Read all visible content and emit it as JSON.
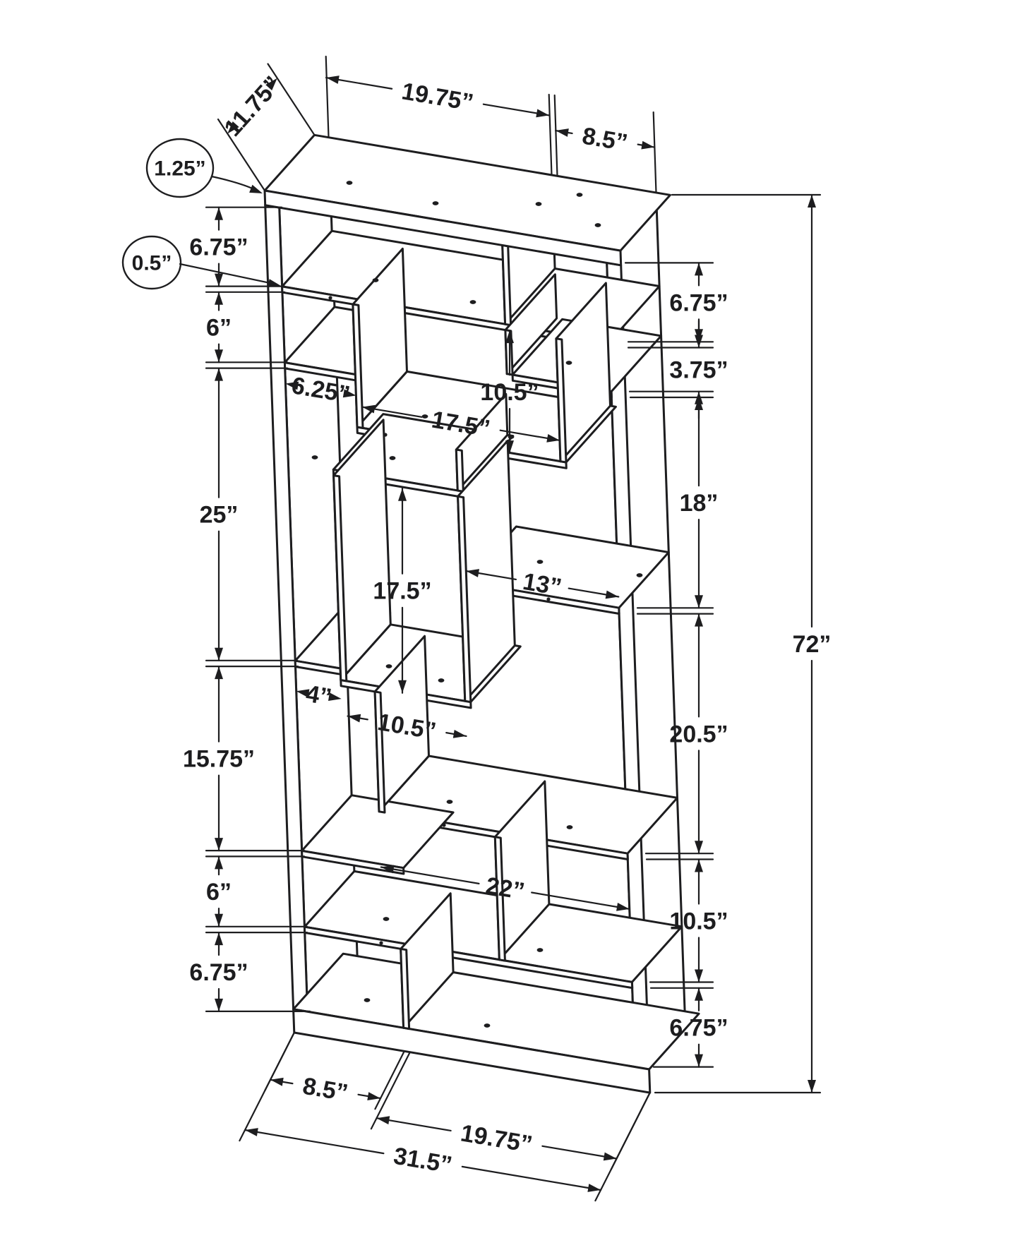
{
  "diagram": {
    "type": "furniture-dimension-line-drawing",
    "subject": "72 inch tall open display bookcase shown in isometric view with dimension annotations",
    "units": "inches",
    "labels": {
      "depth_top": "11.75”",
      "top_width_left": "19.75”",
      "top_width_right": "8.5”",
      "callout_top_thickness": "1.25”",
      "callout_shelf_thickness": "0.5”",
      "left_gap_1": "6.75”",
      "left_gap_2": "6”",
      "left_gap_3": "25”",
      "left_gap_4": "15.75”",
      "left_gap_5": "6”",
      "left_gap_6": "6.75”",
      "right_gap_1": "6.75”",
      "right_gap_2": "3.75”",
      "right_gap_3": "18”",
      "right_gap_4": "20.5”",
      "right_gap_5": "10.5”",
      "right_gap_6": "6.75”",
      "overall_height": "72”",
      "upper_box_width": "17.5”",
      "upper_box_height": "10.5”",
      "left_shelf_width": "6.25”",
      "mid_shelf_width": "13”",
      "middle_box_height": "17.5”",
      "middle_box_width": "10.5”",
      "small_gap_width": "4”",
      "long_shelf_width": "22”",
      "bottom_width_left": "8.5”",
      "bottom_width_right": "19.75”",
      "overall_width": "31.5”"
    }
  }
}
